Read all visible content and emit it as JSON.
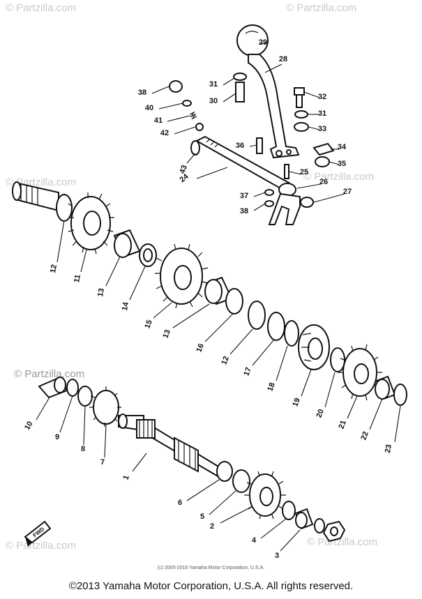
{
  "watermark": "© Partzilla.com",
  "copyright_small": "(c) 2005-2016 Yamaha Motor Corporation, U.S.A.",
  "footer": "©2013 Yamaha Motor Corporation, U.S.A. All rights reserved.",
  "front_marker": "FWD",
  "callouts": [
    "1",
    "2",
    "3",
    "4",
    "5",
    "6",
    "7",
    "8",
    "9",
    "10",
    "11",
    "12",
    "13",
    "14",
    "15",
    "13",
    "16",
    "12",
    "17",
    "18",
    "19",
    "20",
    "21",
    "22",
    "23",
    "24",
    "25",
    "26",
    "27",
    "28",
    "29",
    "30",
    "31",
    "31",
    "32",
    "33",
    "34",
    "35",
    "36",
    "37",
    "38",
    "38",
    "40",
    "41",
    "42",
    "43"
  ]
}
